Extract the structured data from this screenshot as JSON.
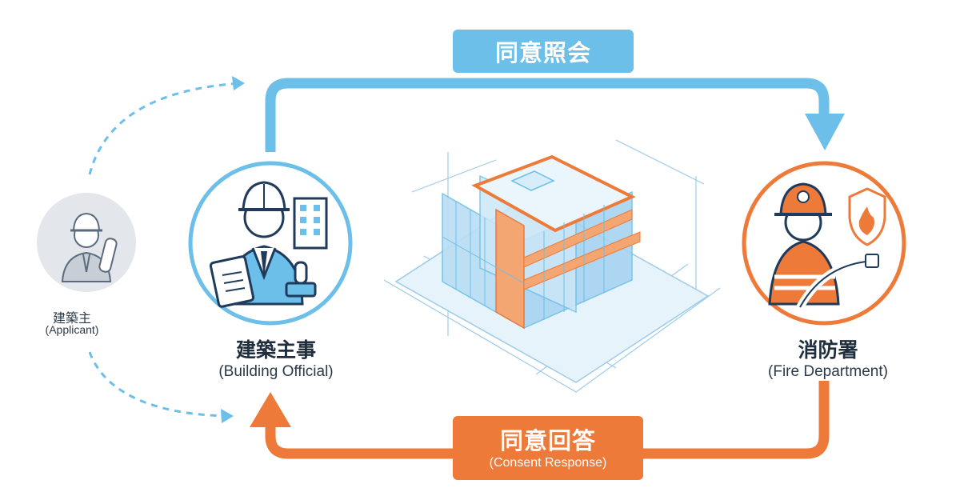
{
  "flows": {
    "request_label": "同意照会",
    "response_label_ja": "同意回答",
    "response_label_en": "(Consent Response)"
  },
  "actors": {
    "applicant": {
      "label_ja": "建築主",
      "label_en": "(Applicant)"
    },
    "building_official": {
      "label_ja": "建築主事",
      "label_en": "(Building Official)"
    },
    "fire_department": {
      "label_ja": "消防署",
      "label_en": "(Fire Department)"
    }
  },
  "colors": {
    "blue": "#6cbfe8",
    "orange": "#ee7a3a",
    "navy": "#1f3a5a",
    "gray": "#e3e6ea"
  }
}
